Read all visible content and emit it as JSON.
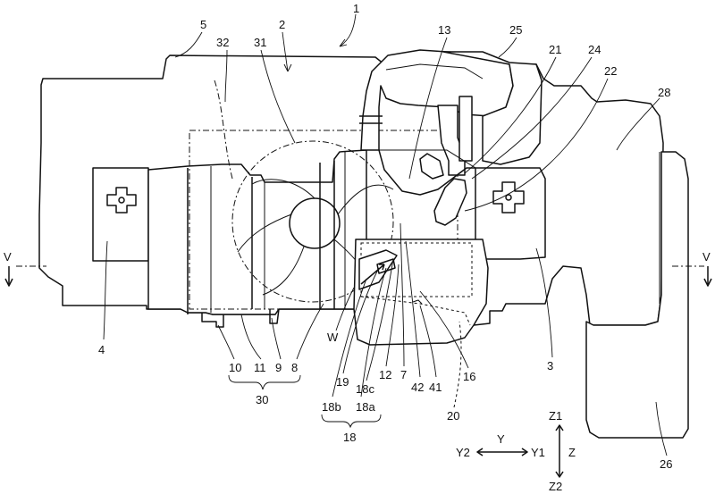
{
  "labels": {
    "l1": "1",
    "l2": "2",
    "l3": "3",
    "l4": "4",
    "l5": "5",
    "l7": "7",
    "l8": "8",
    "l9": "9",
    "l10": "10",
    "l11": "11",
    "l12": "12",
    "l13": "13",
    "l16": "16",
    "l18": "18",
    "l18a": "18a",
    "l18b": "18b",
    "l18c": "18c",
    "l19": "19",
    "l20": "20",
    "l21": "21",
    "l22": "22",
    "l24": "24",
    "l25": "25",
    "l26": "26",
    "l28": "28",
    "l30": "30",
    "l31": "31",
    "l32": "32",
    "l41": "41",
    "l42": "42",
    "lW": "W"
  },
  "section": {
    "left": "V",
    "right": "V"
  },
  "axes": {
    "y": "Y",
    "y1": "Y1",
    "y2": "Y2",
    "z": "Z",
    "z1": "Z1",
    "z2": "Z2"
  }
}
